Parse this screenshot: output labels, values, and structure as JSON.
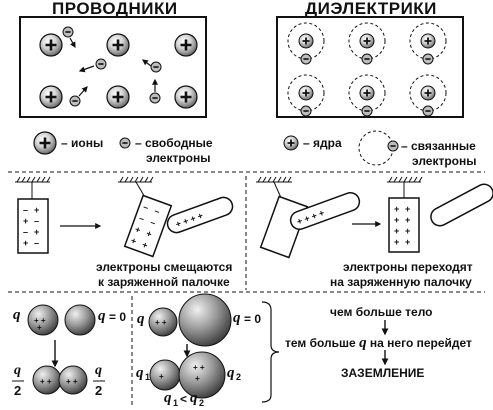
{
  "conductors": {
    "title": "ПРОВОДНИКИ"
  },
  "dielectrics": {
    "title": "ДИЭЛЕКТРИКИ"
  },
  "legend": {
    "ions": "– ионы",
    "free_electrons_1": "– свободные",
    "free_electrons_2": "электроны",
    "nuclei": "– ядра",
    "bound_electrons_1": "– связанные",
    "bound_electrons_2": "электроны"
  },
  "experiment": {
    "conductor_caption_1": "электроны смещаются",
    "conductor_caption_2": "к заряженной палочке",
    "dielectric_caption_1": "электроны переходят",
    "dielectric_caption_2": "на заряженную палочку"
  },
  "charge_sharing": {
    "q": "q",
    "zero": "= 0",
    "half_num": "q",
    "half_den": "2",
    "q1": "q",
    "q1_sub": "1",
    "q2": "q",
    "q2_sub": "2",
    "inequality_lt": "<"
  },
  "conclusion": {
    "line1": "чем больше тело",
    "line2_pre": "тем больше",
    "line2_q": "q",
    "line2_post": "на него перейдет",
    "line3": "ЗАЗЕМЛЕНИЕ"
  },
  "icons": [
    "plus-icon",
    "minus-icon",
    "arrow-icon",
    "ground-hatch-icon",
    "arrow-down-icon"
  ],
  "colors": {
    "ink": "#111111",
    "sphere_dark": "#555555",
    "sphere_light": "#d8d8d8"
  }
}
